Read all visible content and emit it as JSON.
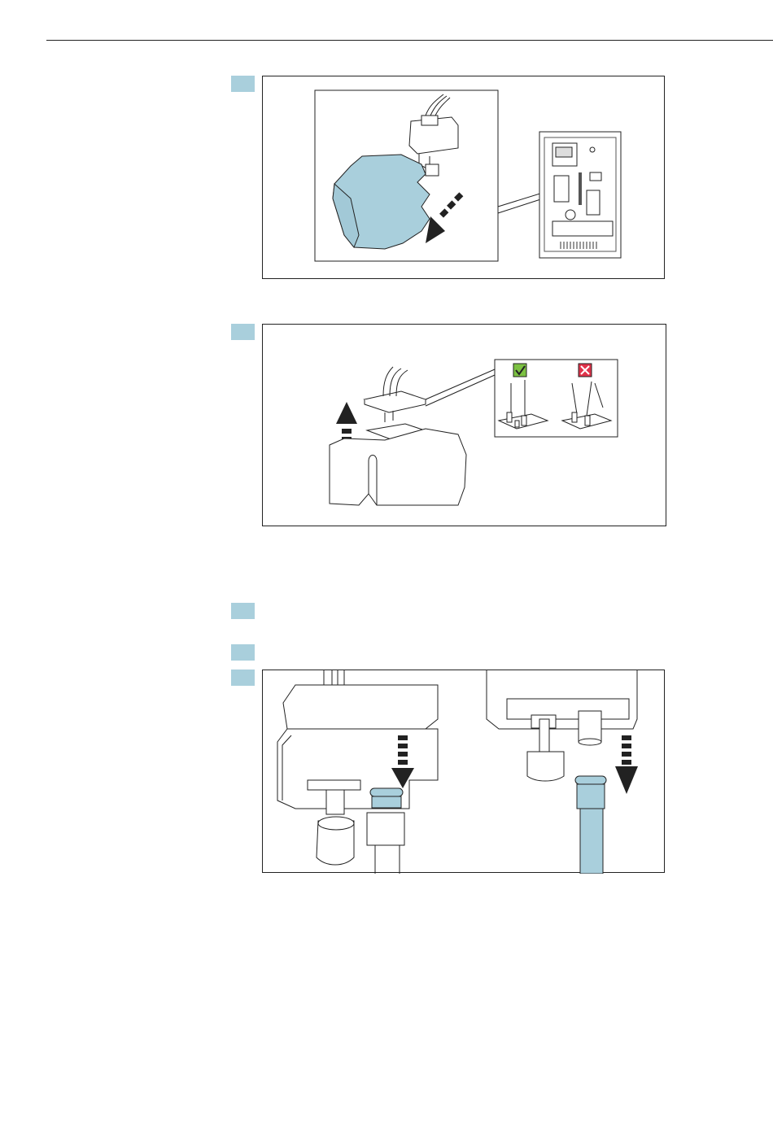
{
  "colors": {
    "accent_blue": "#a9cfdc",
    "ok_green": "#7cc142",
    "error_red": "#e0334a",
    "line": "#222222"
  },
  "steps": [
    {
      "id": "step-1",
      "has_figure": true,
      "figure": "remove-protective-cover"
    },
    {
      "id": "step-2",
      "has_figure": true,
      "figure": "lift-sensor-assembly"
    },
    {
      "id": "step-3",
      "has_figure": false
    },
    {
      "id": "step-4",
      "has_figure": false
    },
    {
      "id": "step-5",
      "has_figure": true,
      "figure": "disconnect-hose"
    }
  ],
  "icons": [
    "check-icon",
    "cross-icon",
    "arrow-down-icon",
    "arrow-up-icon",
    "arrow-down-left-icon"
  ]
}
